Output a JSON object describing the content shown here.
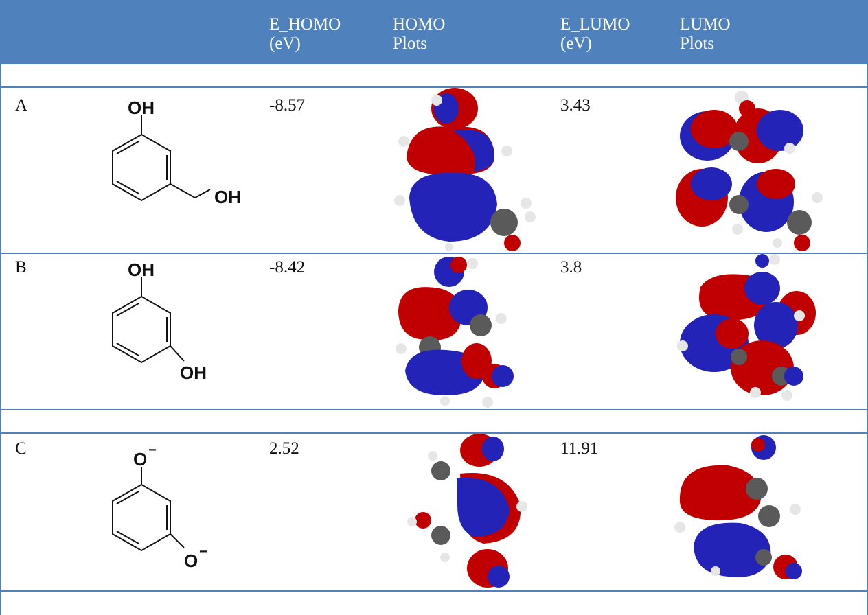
{
  "header": {
    "col_ehomo": [
      "E_HOMO",
      "(eV)"
    ],
    "col_homo": [
      "HOMO",
      "Plots"
    ],
    "col_elumo": [
      "E_LUMO",
      "(eV)"
    ],
    "col_lumo": [
      "LUMO",
      "Plots"
    ]
  },
  "rows": [
    {
      "label": "A",
      "e_homo": "-8.57",
      "e_lumo": "3.43",
      "structure": {
        "top": "OH",
        "side": "OH"
      }
    },
    {
      "label": "B",
      "e_homo": "-8.42",
      "e_lumo": "3.8",
      "structure": {
        "top": "OH",
        "side": "OH"
      }
    },
    {
      "label": "C",
      "e_homo": "2.52",
      "e_lumo": "11.91",
      "structure": {
        "top": "O",
        "side": "O",
        "charge": "−"
      }
    }
  ],
  "colors": {
    "header_bg": "#4f81bd",
    "lobe_red": "#c00000",
    "lobe_blue": "#2323b8",
    "atom_carbon": "#5a5a5a",
    "atom_hydrogen": "#e6e6e6"
  }
}
